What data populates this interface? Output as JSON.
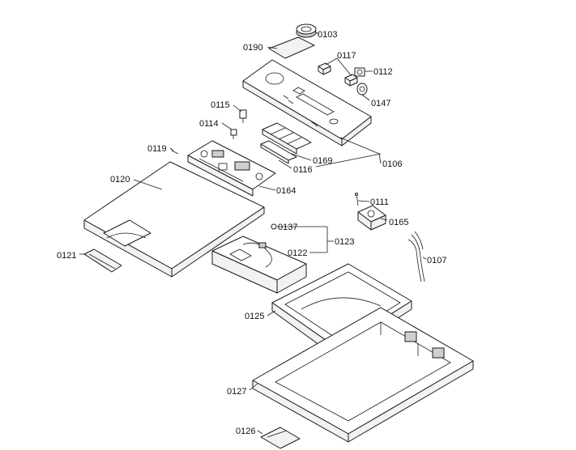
{
  "labels": {
    "p0103": "0103",
    "p0190": "0190",
    "p0117": "0117",
    "p0112": "0112",
    "p0147": "0147",
    "p0115": "0115",
    "p0114": "0114",
    "p0119": "0119",
    "p0120": "0120",
    "p0169": "0169",
    "p0116": "0116",
    "p0106": "0106",
    "p0164": "0164",
    "p0111": "0111",
    "p0165": "0165",
    "p0137": "0137",
    "p0123": "0123",
    "p0122": "0122",
    "p0107": "0107",
    "p0121": "0121",
    "p0125": "0125",
    "p0127": "0127",
    "p0126": "0126"
  }
}
